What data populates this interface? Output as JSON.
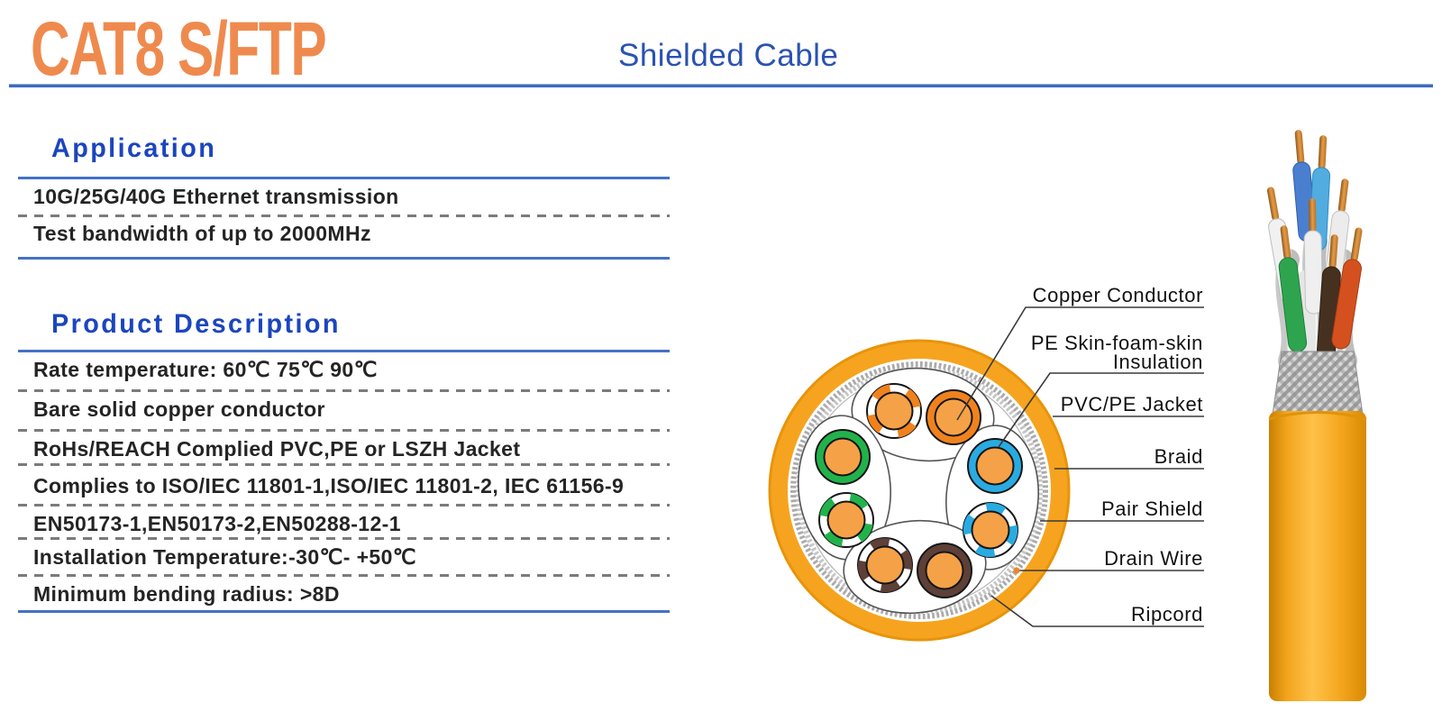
{
  "header": {
    "title": "CAT8 S/FTP",
    "subtitle": "Shielded Cable"
  },
  "application": {
    "heading": "Application",
    "items": [
      "10G/25G/40G Ethernet transmission",
      "Test bandwidth of up to 2000MHz"
    ]
  },
  "product_description": {
    "heading": "Product Description",
    "items": [
      "Rate temperature: 60℃ 75℃  90℃",
      "Bare solid copper conductor",
      "RoHs/REACH Complied PVC,PE or LSZH Jacket",
      "Complies to ISO/IEC 11801-1,ISO/IEC 11801-2, IEC 61156-9",
      "EN50173-1,EN50173-2,EN50288-12-1",
      "Installation Temperature:-30℃- +50℃",
      "Minimum bending radius: >8D"
    ]
  },
  "diagram": {
    "labels": {
      "copper_conductor": "Copper Conductor",
      "pe_line1": "PE Skin-foam-skin",
      "pe_line2": "Insulation",
      "pvc_pe_jacket": "PVC/PE Jacket",
      "braid": "Braid",
      "pair_shield": "Pair Shield",
      "drain_wire": "Drain Wire",
      "ripcord": "Ripcord"
    },
    "colors": {
      "title_orange": "#EF8A4E",
      "subtitle_blue": "#2A52B0",
      "heading_blue": "#1C45BE",
      "rule_blue": "#4472C4",
      "jacket_orange": "#F6A41F",
      "copper": "#F5A148",
      "pair_orange": "#F0821E",
      "pair_blue": "#29ABE2",
      "pair_green": "#22B24C",
      "pair_brown": "#5D4037",
      "braid_gray": "#B3B3B3"
    }
  }
}
